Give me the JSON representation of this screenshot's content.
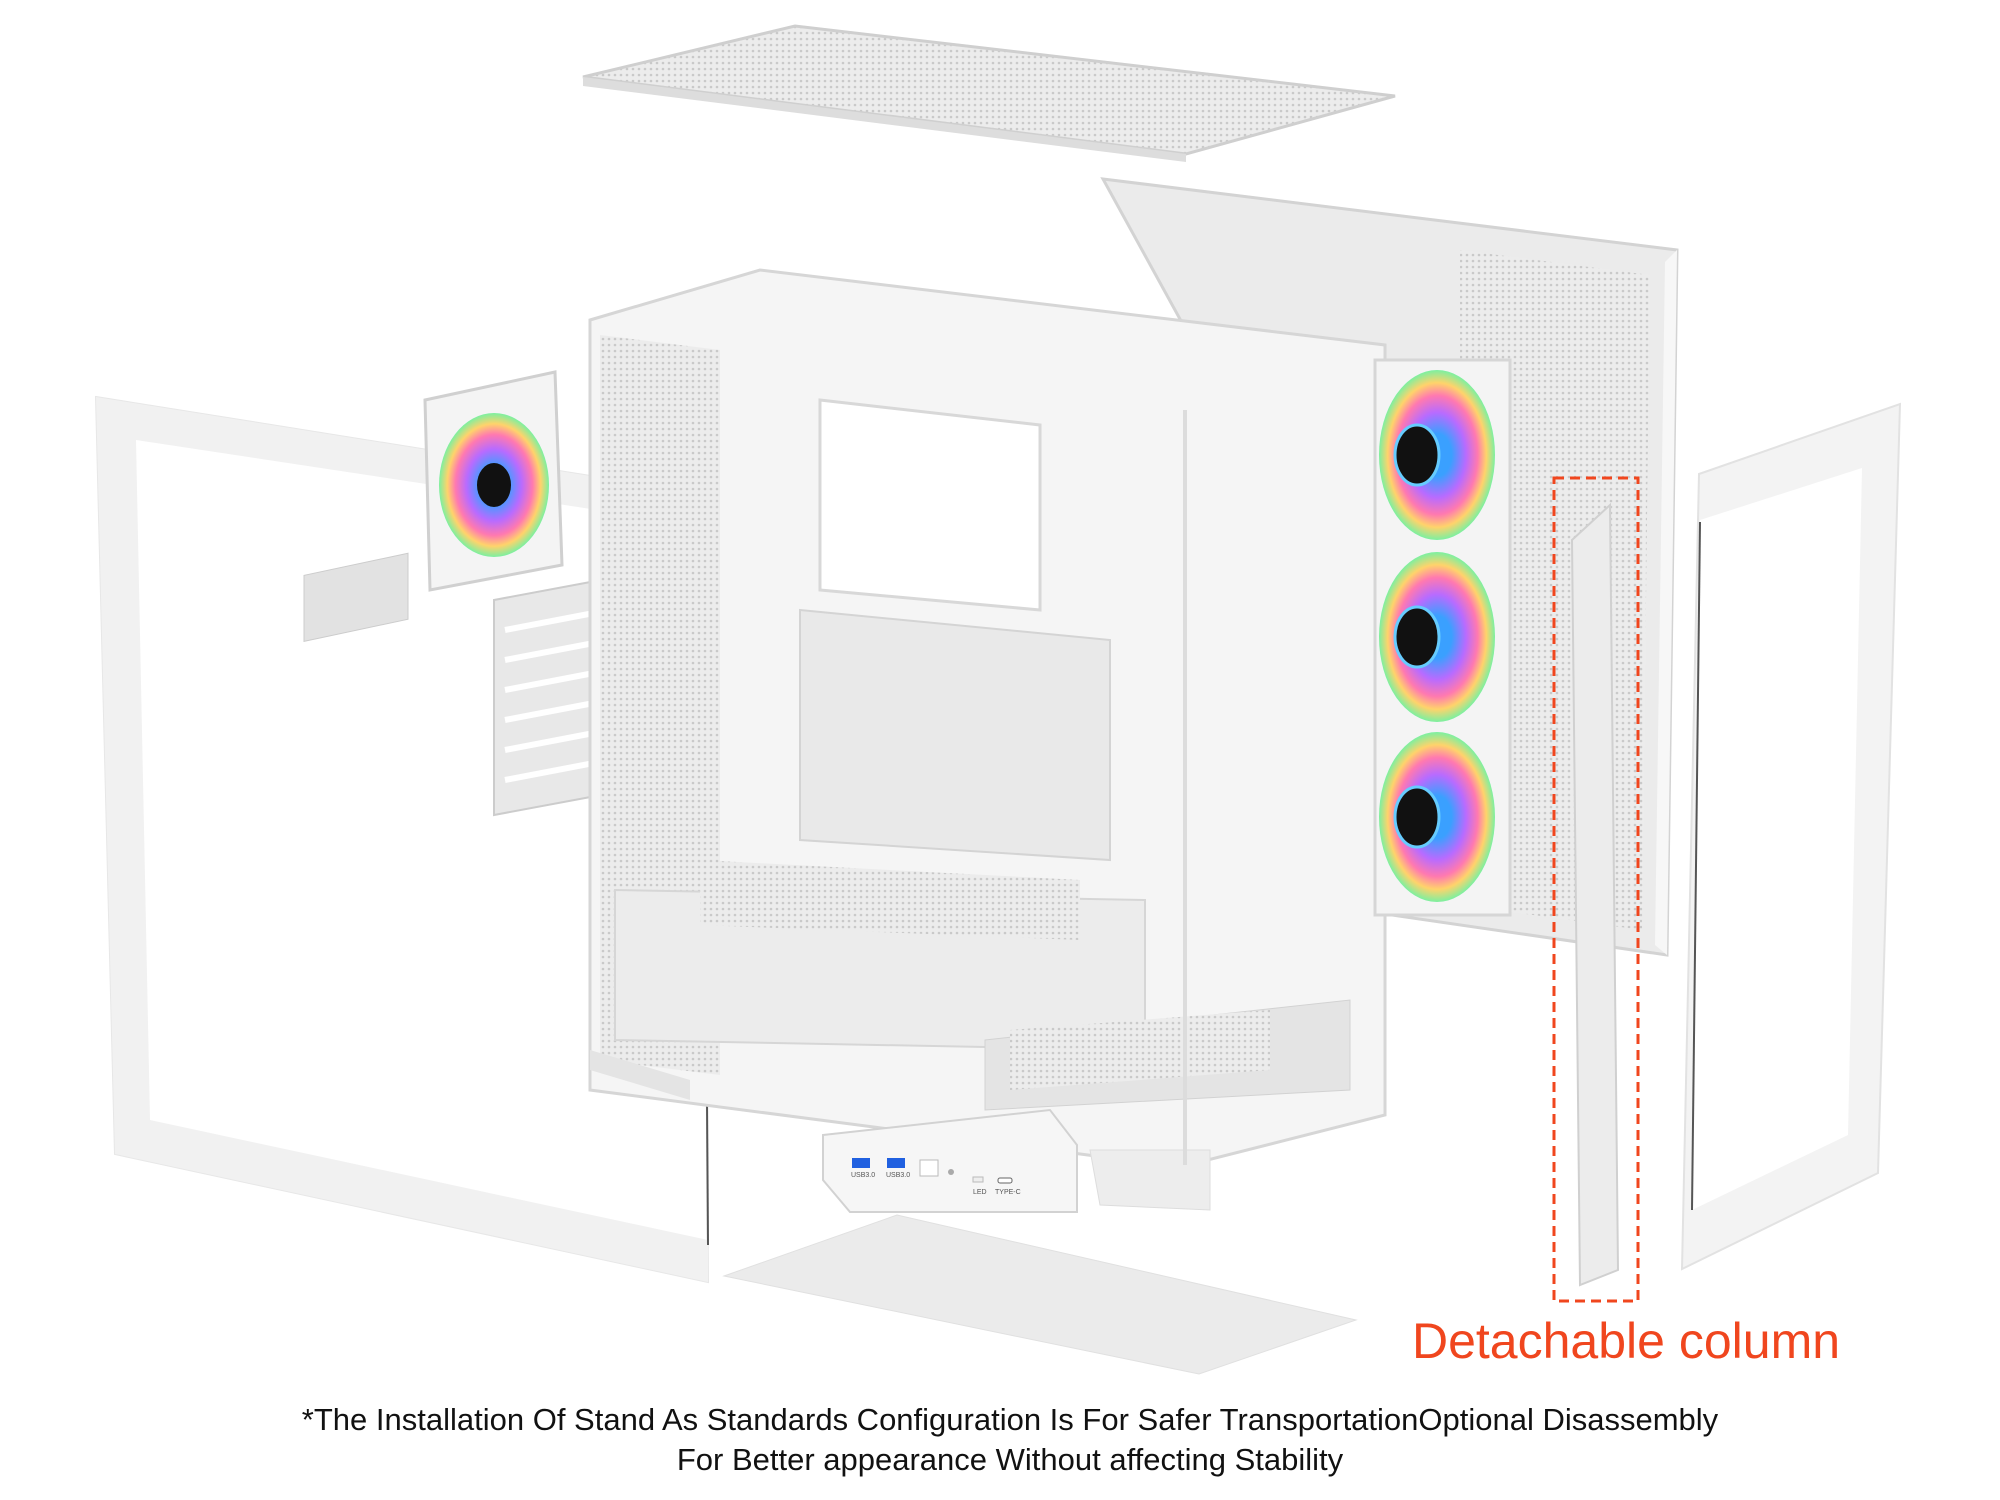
{
  "callout": {
    "label": "Detachable column",
    "color": "#f0461e"
  },
  "footnote": {
    "line1": "*The Installation Of Stand As Standards Configuration Is For Safer TransportationOptional Disassembly",
    "line2": "For Better appearance Without affecting Stability"
  },
  "io_panel": {
    "ports": [
      "USB3.0",
      "USB3.0",
      "LED",
      "TYPE-C"
    ]
  }
}
